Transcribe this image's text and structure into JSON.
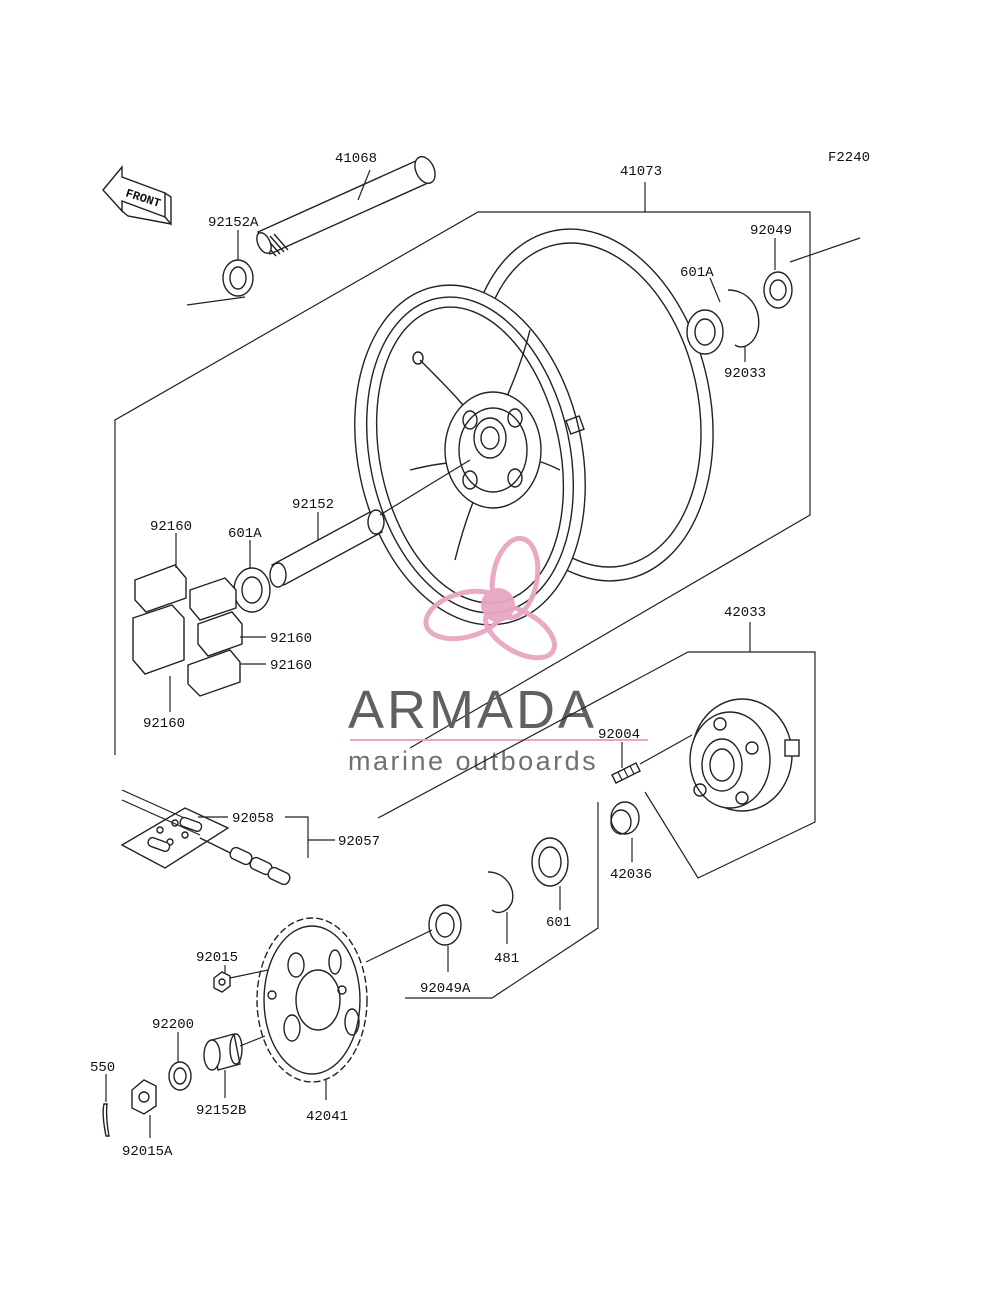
{
  "figure_code": "F2240",
  "front_label": "FRONT",
  "parts": {
    "p41068": "41068",
    "p41073": "41073",
    "p92152A": "92152A",
    "p92049": "92049",
    "p601A_top": "601A",
    "p92033": "92033",
    "p92152": "92152",
    "p92160_a": "92160",
    "p601A_left": "601A",
    "p92160_b": "92160",
    "p92160_c": "92160",
    "p92160_d": "92160",
    "p42033": "42033",
    "p92004": "92004",
    "p92058": "92058",
    "p92057": "92057",
    "p42036": "42036",
    "p601": "601",
    "p481": "481",
    "p92049A": "92049A",
    "p92015": "92015",
    "p92200": "92200",
    "p550": "550",
    "p92152B": "92152B",
    "p42041": "42041",
    "p92015A": "92015A"
  },
  "watermark": {
    "brand": "ARMADA",
    "tagline": "marine outboards",
    "logo_color": "#e8a6c3",
    "text_color": "#606060"
  }
}
